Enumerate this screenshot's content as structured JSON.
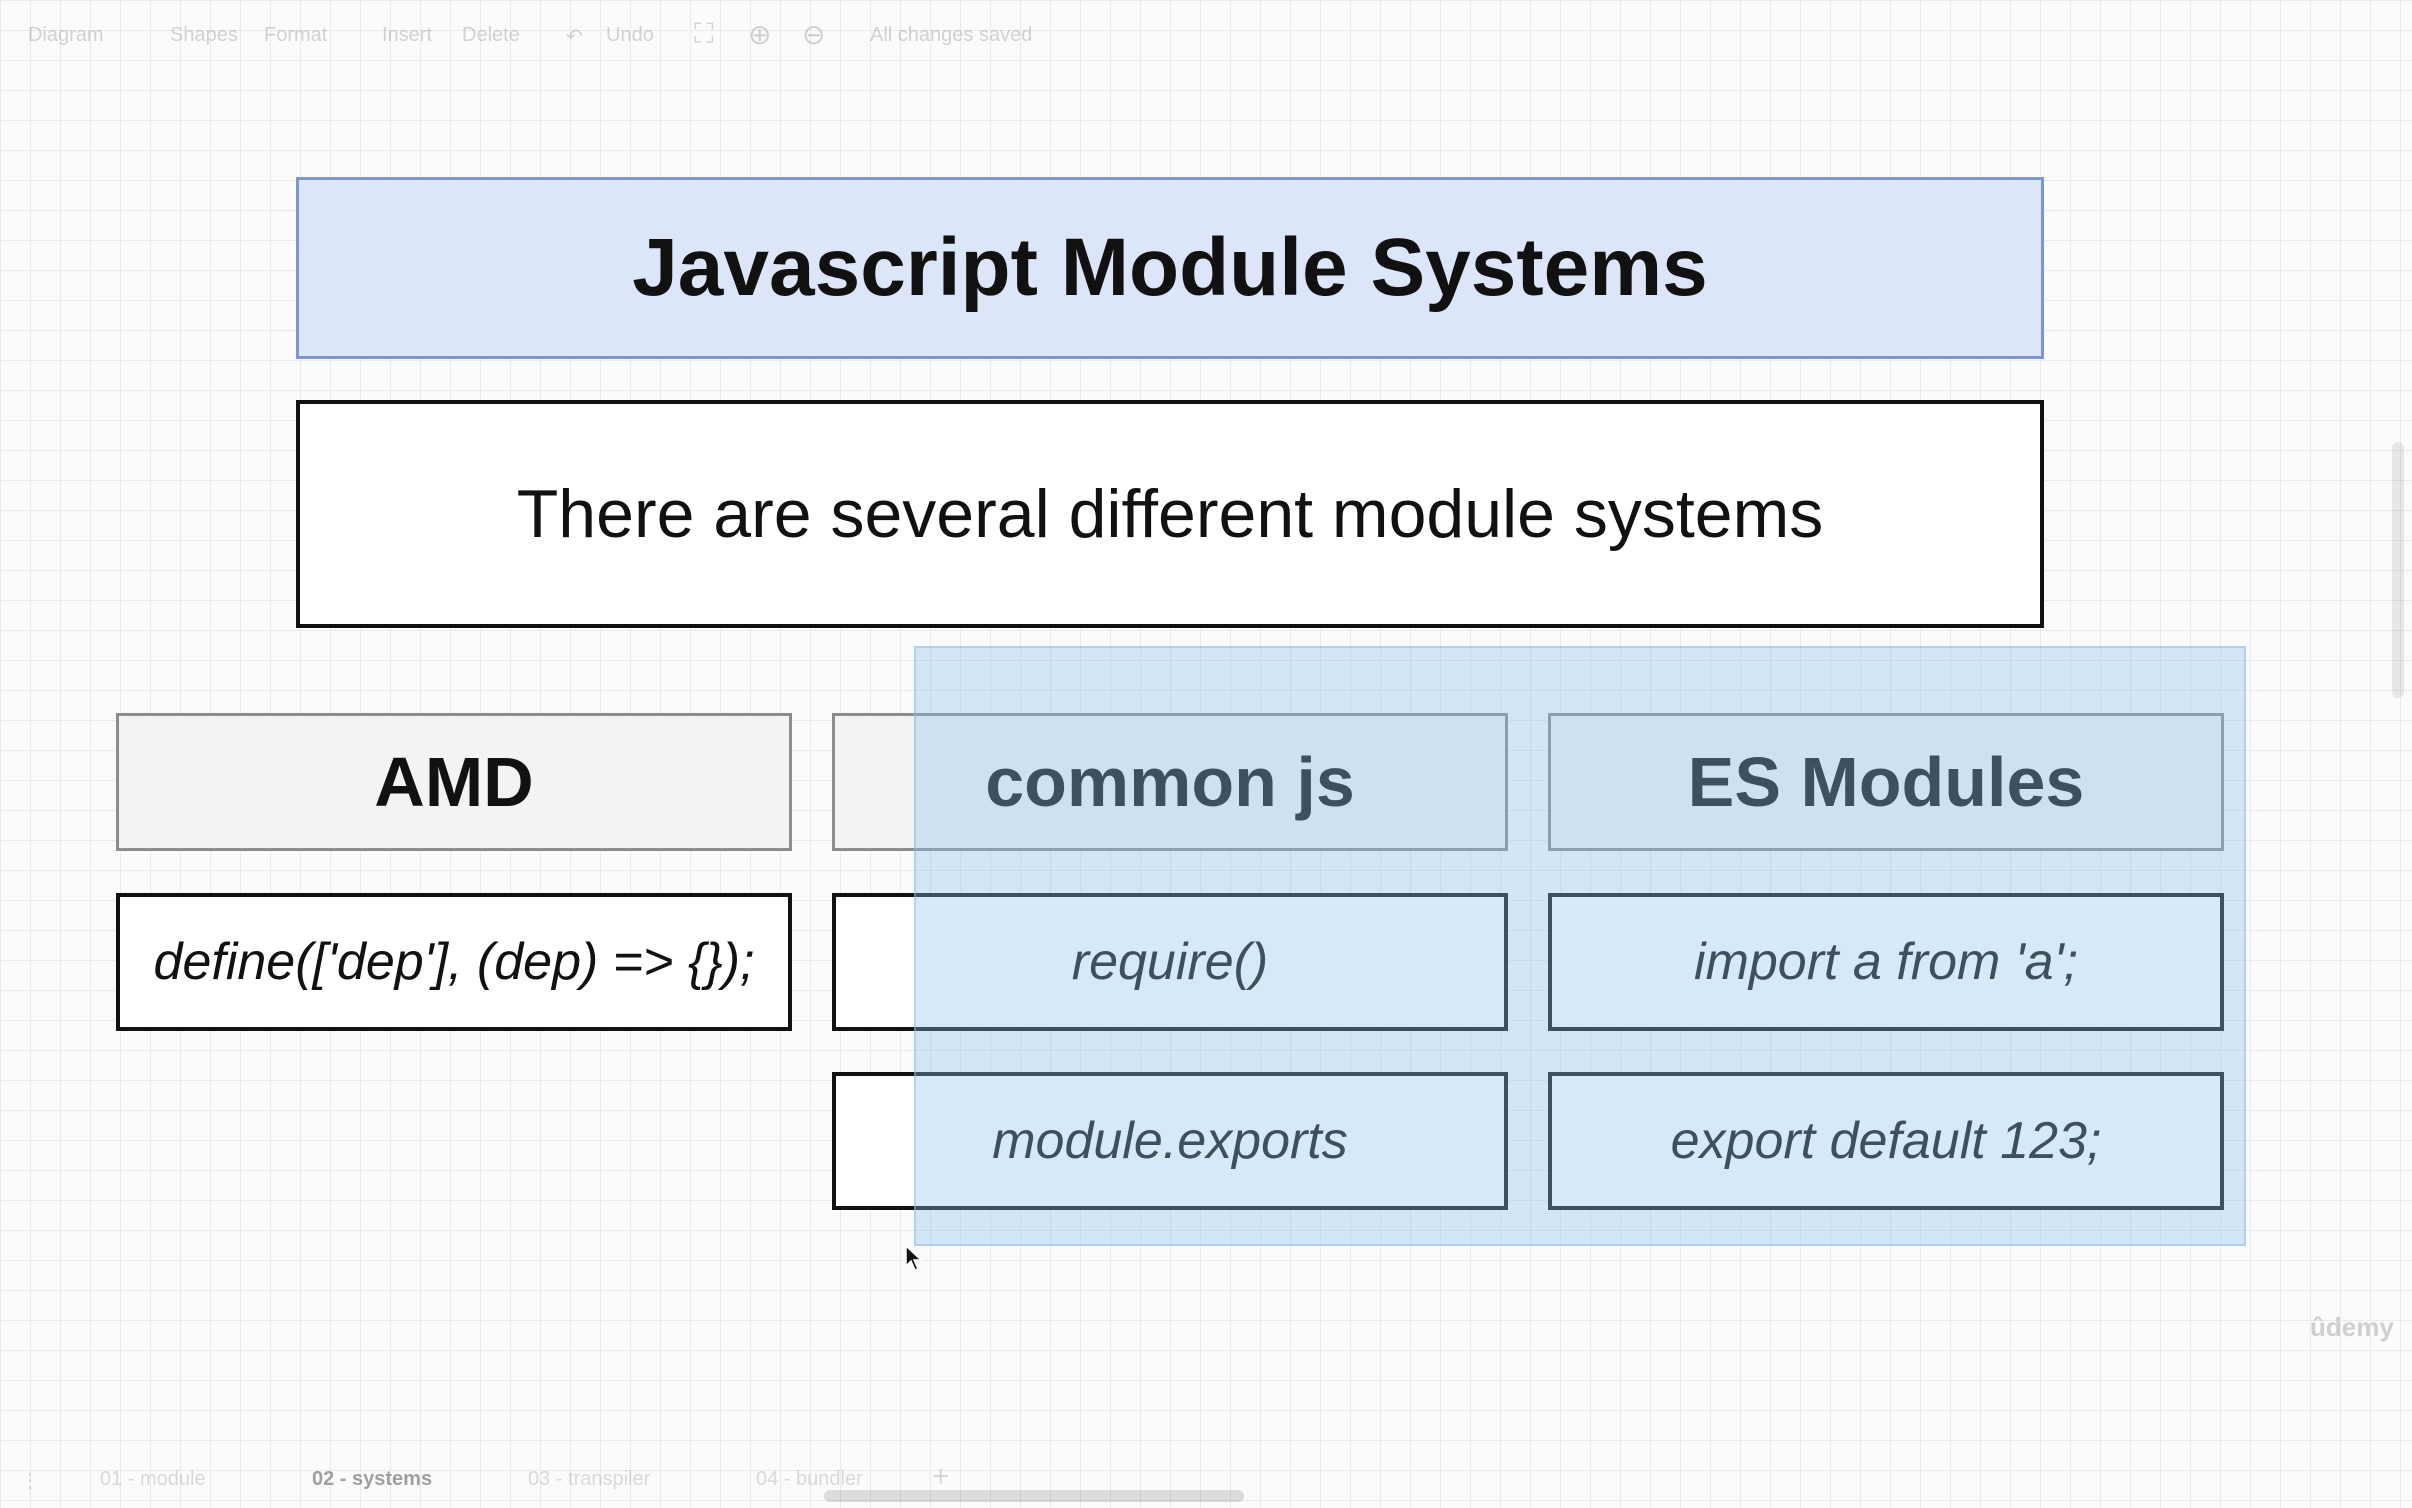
{
  "toolbar": {
    "diagram_label": "Diagram",
    "shapes_label": "Shapes",
    "format_label": "Format",
    "insert_label": "Insert",
    "delete_label": "Delete",
    "undo_label": "Undo",
    "fullscreen_icon": "⛶",
    "zoom_in_icon": "⊕",
    "zoom_out_icon": "⊖",
    "status_text": "All changes saved"
  },
  "diagram": {
    "title": "Javascript Module Systems",
    "subtitle": "There are several different module systems",
    "columns": [
      {
        "header": "AMD",
        "rows": [
          "define(['dep'], (dep) => {});"
        ]
      },
      {
        "header": "common js",
        "rows": [
          "require()",
          "module.exports"
        ]
      },
      {
        "header": "ES Modules",
        "rows": [
          "import a from 'a';",
          "export default 123;"
        ]
      }
    ]
  },
  "watermark": "ûdemy",
  "tabs": [
    {
      "label": "01 - module",
      "active": false
    },
    {
      "label": "02 - systems",
      "active": true
    },
    {
      "label": "03 - transpiler",
      "active": false
    },
    {
      "label": "04 - bundler",
      "active": false
    }
  ],
  "tabs_menu_icon": "⋮",
  "add_tab_icon": "+",
  "colors": {
    "title_fill": "#dde6f8",
    "title_border": "#7d96cf",
    "header_fill": "#f3f3f4",
    "selection_fill": "#8cc3f0"
  }
}
